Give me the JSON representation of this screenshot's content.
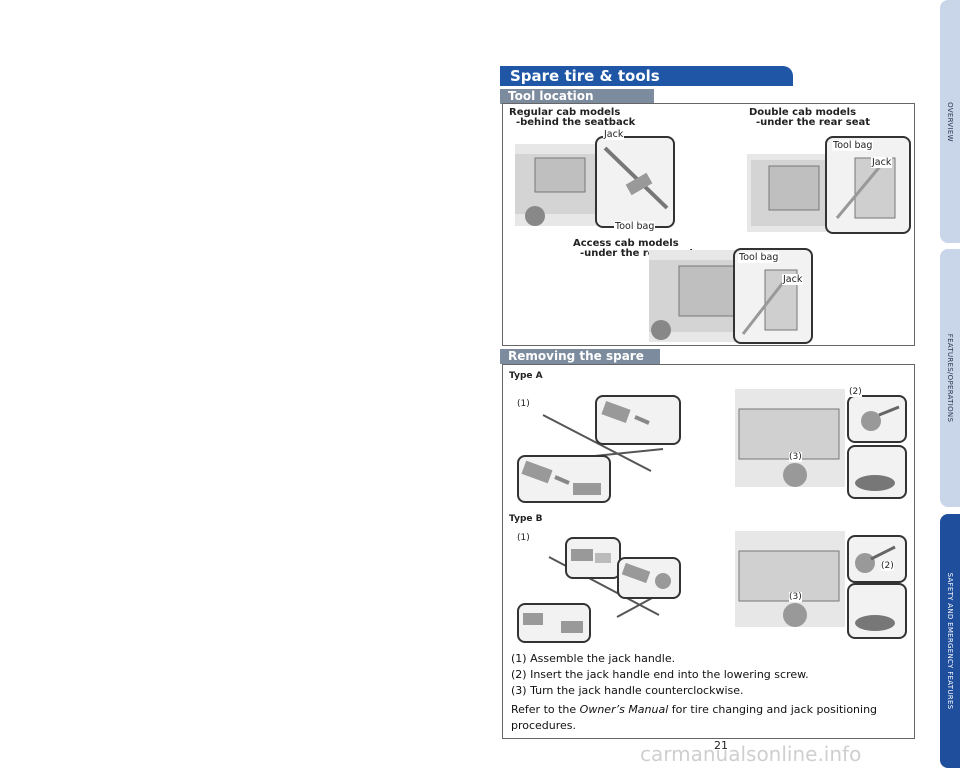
{
  "side_nav": {
    "tabs": [
      {
        "label": "OVERVIEW",
        "active": false
      },
      {
        "label": "FEATURES/OPERATIONS",
        "active": false
      },
      {
        "label": "SAFETY AND EMERGENCY FEATURES",
        "active": true
      }
    ]
  },
  "colors": {
    "title_bar": "#1f56a6",
    "sub_title_bar": "#7c8c9e",
    "active_tab": "#1f4f9c",
    "inactive_tab": "#c9d6ea"
  },
  "section": {
    "title": "Spare tire & tools"
  },
  "tool_location": {
    "heading": "Tool location",
    "regular_cab": {
      "line1": "Regular cab models",
      "line2": "  -behind the seatback",
      "jack": "Jack",
      "tool_bag": "Tool bag"
    },
    "double_cab": {
      "line1": "Double cab models",
      "line2": "  -under the rear seat",
      "jack": "Jack",
      "tool_bag": "Tool bag"
    },
    "access_cab": {
      "line1": "Access cab models",
      "line2": "  -under the rear seat",
      "jack": "Jack",
      "tool_bag": "Tool bag"
    }
  },
  "removing": {
    "heading": "Removing the spare tire",
    "type_a": {
      "label": "Type A",
      "step1": "(1)",
      "step2": "(2)",
      "step3": "(3)"
    },
    "type_b": {
      "label": "Type B",
      "step1": "(1)",
      "step2": "(2)",
      "step3": "(3)"
    },
    "steps": [
      "(1) Assemble the jack handle.",
      "(2) Insert the jack handle end into the lowering screw.",
      "(3) Turn the jack handle counterclockwise."
    ],
    "note_prefix": "Refer to the ",
    "note_italic": "Owner’s Manual",
    "note_suffix": " for tire changing and jack positioning",
    "note_line2": "procedures."
  },
  "page_number": "21",
  "watermark": "carmanualsonline.info"
}
